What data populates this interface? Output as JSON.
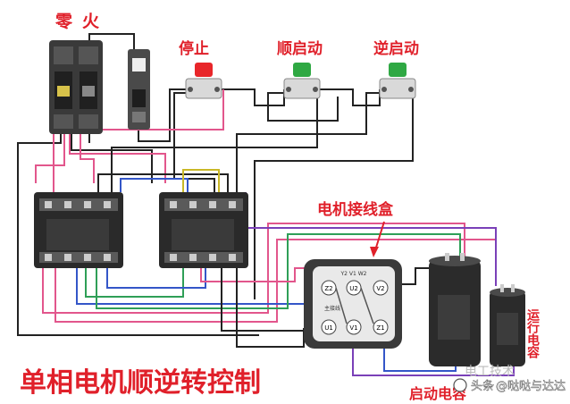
{
  "labels": {
    "neutral": "零",
    "live": "火",
    "stop": "停止",
    "forward": "顺启动",
    "reverse": "逆启动",
    "junction_box": "电机接线盒",
    "title": "单相电机顺逆转控制",
    "start_capacitor": "启动电容",
    "run_capacitor": "运行电容",
    "watermark_source": "头条",
    "watermark_handle": "@哒哒与达达",
    "watermark_faint": "电工技术"
  },
  "terminals": {
    "Z2": "Z2",
    "U2": "U2",
    "V2": "V2",
    "U1": "U1",
    "V1": "V1",
    "Z1": "Z1",
    "plate_header": "Y2 V1 W2",
    "plate_note": "主接线"
  },
  "colors": {
    "title_red": "#e0202a",
    "stop_button": "#e8262a",
    "start_button": "#2fa843",
    "wire_black": "#222222",
    "wire_pink": "#e2568c",
    "wire_green": "#2f9f57",
    "wire_blue": "#3456c8",
    "wire_purple": "#7a40b8",
    "wire_yellow": "#c9b828"
  }
}
